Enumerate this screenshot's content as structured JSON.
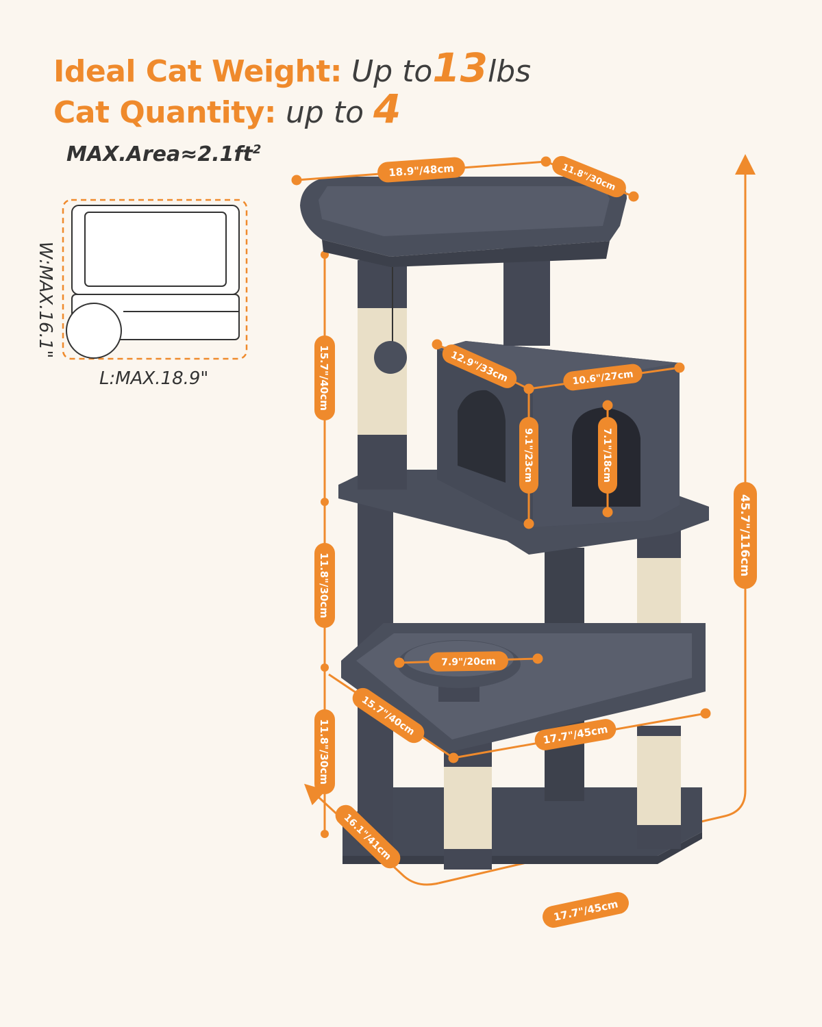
{
  "header": {
    "weight_label": "Ideal Cat Weight:",
    "weight_prefix": "Up to",
    "weight_value": "13",
    "weight_unit": "lbs",
    "quantity_label": "Cat Quantity:",
    "quantity_prefix": "up to",
    "quantity_value": "4"
  },
  "footprint": {
    "area_label": "MAX.Area≈2.1ft",
    "area_exp": "2",
    "width_label": "W:MAX.16.1\"",
    "length_label": "L:MAX.18.9\""
  },
  "dimensions": {
    "top_width": "18.9\"/48cm",
    "top_depth": "11.8\"/30cm",
    "upper_height": "15.7\"/40cm",
    "condo_depth": "12.9\"/33cm",
    "condo_width": "10.6\"/27cm",
    "condo_height": "9.1\"/23cm",
    "door_height": "7.1\"/18cm",
    "middle_height": "11.8\"/30cm",
    "total_height": "45.7\"/116cm",
    "perch_diameter": "7.9\"/20cm",
    "hammock_depth": "15.7\"/40cm",
    "hammock_width": "17.7\"/45cm",
    "lower_height": "11.8\"/30cm",
    "base_depth": "16.1\"/41cm",
    "base_width": "17.7\"/45cm"
  },
  "colors": {
    "accent": "#ef8a2c",
    "plush": "#4a4f5c",
    "sisal": "#e9dfc7",
    "background": "#fbf6ef"
  }
}
